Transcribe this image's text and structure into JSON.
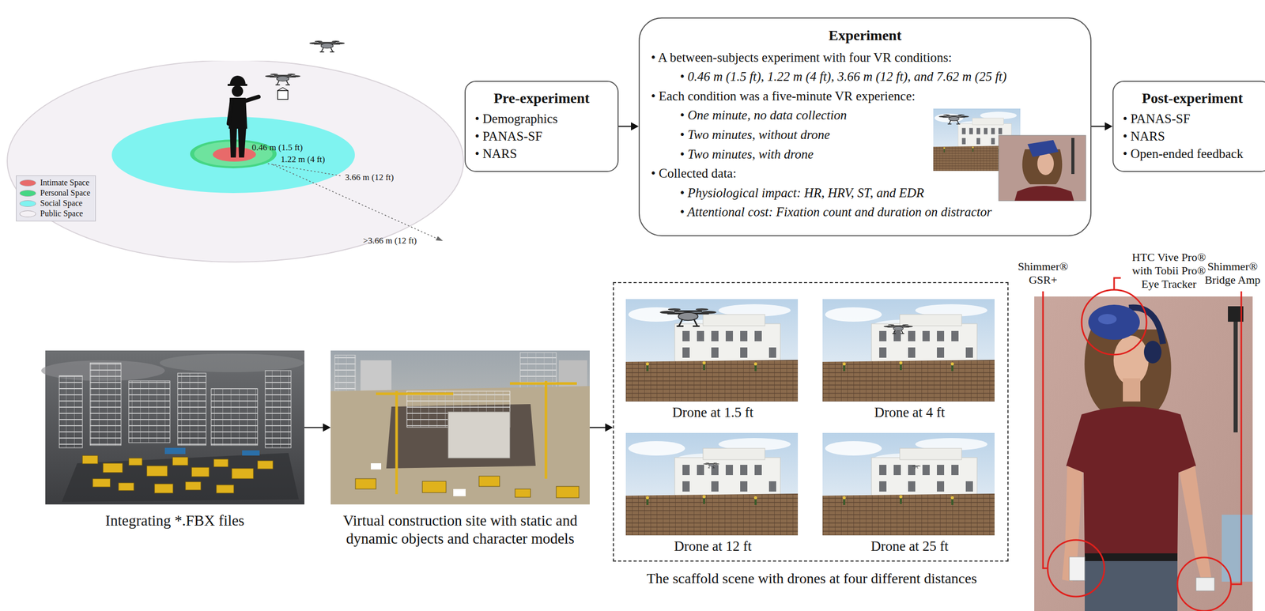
{
  "diagram": {
    "nodes": [
      {
        "text": [
          "Pre-experiment",
          "• Demographics",
          "• PANAS-SF",
          "• NARS"
        ]
      },
      {
        "text": [
          "Experiment",
          "• A between-subjects experiment with four VR conditions:",
          "• 0.46 m (1.5 ft), 1.22 m (4 ft), 3.66 m (12 ft), and 7.62 m (25 ft)",
          "• Each condition was a five-minute VR experience:",
          "• One minute, no data collection",
          "• Two minutes, without drone",
          "• Two minutes, with drone",
          "• Collected data:",
          "• Physiological impact: HR, HRV, ST, and EDR",
          "• Attentional cost: Fixation count and duration on distractor"
        ]
      },
      {
        "text": [
          "Post-experiment",
          "• PANAS-SF",
          "• NARS",
          "• Open-ended feedback"
        ]
      },
      {
        "text": [
          "Integrating *.FBX files"
        ]
      },
      {
        "text": [
          "Virtual construction site with static and dynamic objects and character models"
        ]
      },
      {
        "text": [
          "The scaffold scene with drones at four different distances"
        ]
      },
      {
        "text": [
          "Drone at 1.5 ft"
        ],
        "in": 5
      },
      {
        "text": [
          "Drone at 4 ft"
        ],
        "in": 5
      },
      {
        "text": [
          "Drone at 12 ft"
        ],
        "in": 5
      },
      {
        "text": [
          "Drone at 25 ft"
        ],
        "in": 5
      }
    ],
    "edges": [
      {
        "from": 0,
        "to": 1,
        "arrow": "to"
      },
      {
        "from": 1,
        "to": 2,
        "arrow": "to"
      },
      {
        "from": 3,
        "to": 4,
        "arrow": "to"
      },
      {
        "from": 4,
        "to": 5,
        "arrow": "to"
      }
    ],
    "labels": [
      "0.46 m (1.5 ft)",
      "1.22 m (4 ft)",
      "3.66 m (12 ft)",
      ">3.66 m (12 ft)",
      "Shimmer® GSR+",
      "HTC Vive Pro® with Tobii Pro® Eye Tracker",
      "Shimmer® Bridge Amp"
    ],
    "legend": [
      {
        "text": "Intimate Space",
        "color": "#e86a6a"
      },
      {
        "text": "Personal Space",
        "color": "#45d684"
      },
      {
        "text": "Social Space",
        "color": "#7ff3f0"
      },
      {
        "text": "Public Space",
        "color": "#f4f1f5"
      }
    ]
  }
}
